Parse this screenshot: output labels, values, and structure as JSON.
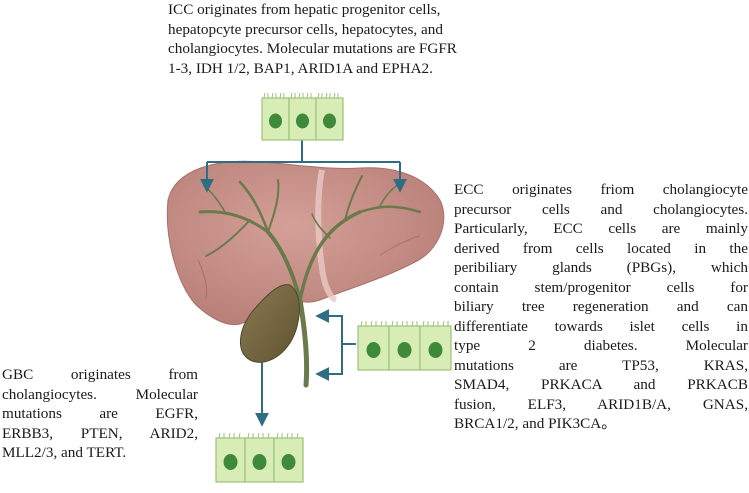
{
  "captions": {
    "icc": [
      "ICC originates from hepatic progenitor cells,",
      "hepatopcyte precursor cells, hepatocytes, and",
      "cholangiocytes. Molecular mutations are FGFR",
      "1-3, IDH 1/2, BAP1, ARID1A and EPHA2."
    ],
    "ecc": [
      "ECC originates friom cholangiocyte",
      "precursor cells and cholangiocytes.",
      "Particularly, ECC cells are mainly",
      "derived from cells located in the",
      "peribiliary glands (PBGs), which",
      "contain stem/progenitor cells for",
      "biliary tree regeneration and can",
      "differentiate towards islet cells in",
      "type 2 diabetes. Molecular",
      "mutations are TP53, KRAS,",
      "SMAD4, PRKACA and PRKACB",
      "fusion, ELF3, ARID1B/A, GNAS,",
      "BRCA1/2, and PIK3CA。"
    ],
    "gbc": [
      "GBC originates from",
      "cholangiocytes. Molecular",
      "mutations are EGFR,",
      "ERBB3, PTEN, ARID2,",
      "MLL2/3, and TERT."
    ]
  },
  "colors": {
    "liver": "#c99088",
    "liver_shadow": "#b37a72",
    "bile_duct": "#6b7a4a",
    "gallbladder": "#7a6a45",
    "cell_fill": "#d8ecb6",
    "cell_border": "#9dc27a",
    "nucleus": "#3f8a3a",
    "arrow": "#2f6e82"
  }
}
